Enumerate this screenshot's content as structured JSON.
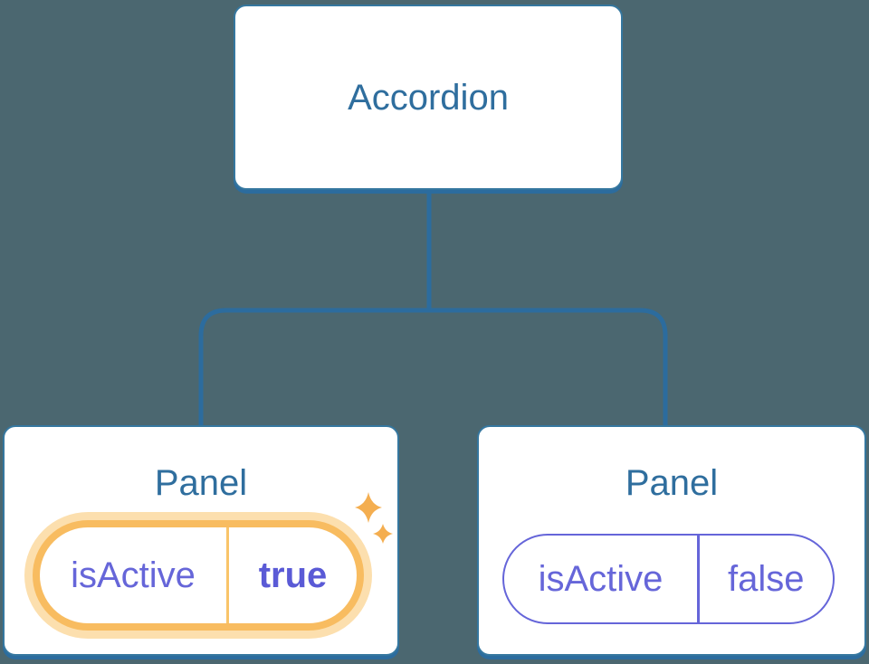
{
  "diagram": {
    "kind": "component-tree",
    "root": {
      "label": "Accordion"
    },
    "panels": [
      {
        "title": "Panel",
        "state": {
          "name": "isActive",
          "value": "true"
        },
        "highlighted": true
      },
      {
        "title": "Panel",
        "state": {
          "name": "isActive",
          "value": "false"
        },
        "highlighted": false
      }
    ],
    "colors": {
      "background": "#4b6770",
      "node_fill": "#ffffff",
      "node_border": "#35779f",
      "node_shadow": "#2c6c9e",
      "connector": "#2c6c9e",
      "title_text": "#2f6e9e",
      "state_text": "#6666d9",
      "state_value_highlighted": "#5a5ad6",
      "highlight_stroke": "#f8bc60",
      "highlight_halo": "#fcdfae",
      "highlight_divider": "#f9c469",
      "plain_pill_border": "#6565d9",
      "sparkle": "#f4ae50"
    }
  }
}
